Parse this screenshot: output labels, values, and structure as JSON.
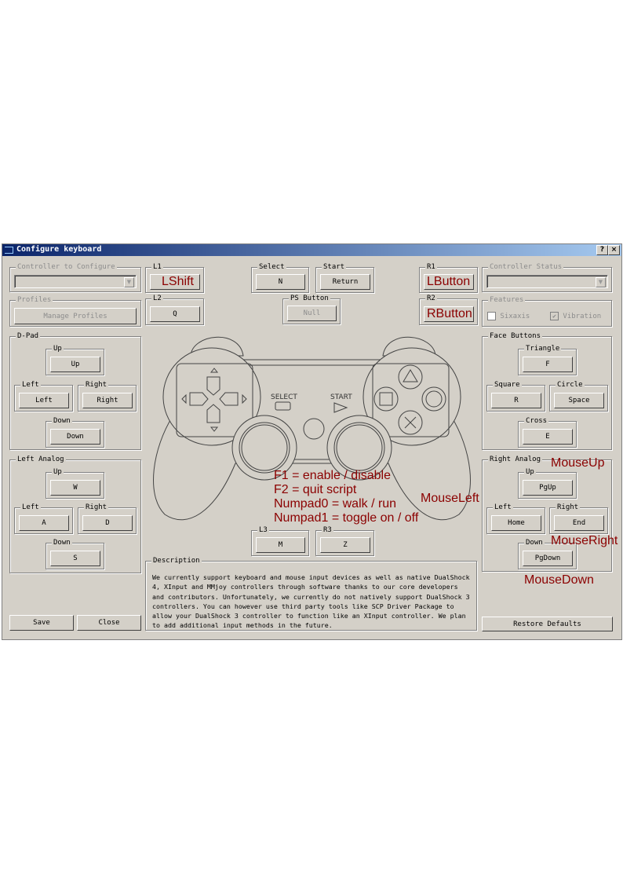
{
  "window": {
    "title": "Configure keyboard",
    "help": "?",
    "close": "×"
  },
  "controller_to_configure": {
    "label": "Controller to Configure",
    "value": ""
  },
  "profiles": {
    "label": "Profiles",
    "button": "Manage Profiles"
  },
  "dpad": {
    "label": "D-Pad",
    "up": {
      "label": "Up",
      "value": "Up"
    },
    "left": {
      "label": "Left",
      "value": "Left"
    },
    "right": {
      "label": "Right",
      "value": "Right"
    },
    "down": {
      "label": "Down",
      "value": "Down"
    }
  },
  "left_analog": {
    "label": "Left Analog",
    "up": {
      "label": "Up",
      "value": "W"
    },
    "left": {
      "label": "Left",
      "value": "A"
    },
    "right": {
      "label": "Right",
      "value": "D"
    },
    "down": {
      "label": "Down",
      "value": "S"
    }
  },
  "l1": {
    "label": "L1",
    "value": ""
  },
  "l2": {
    "label": "L2",
    "value": "Q"
  },
  "select": {
    "label": "Select",
    "value": "N"
  },
  "start": {
    "label": "Start",
    "value": "Return"
  },
  "ps": {
    "label": "PS Button",
    "value": "Null"
  },
  "r1": {
    "label": "R1",
    "value": ""
  },
  "r2": {
    "label": "R2",
    "value": ""
  },
  "l3": {
    "label": "L3",
    "value": "M"
  },
  "r3": {
    "label": "R3",
    "value": "Z"
  },
  "controller_status": {
    "label": "Controller Status",
    "value": ""
  },
  "features": {
    "label": "Features",
    "sixaxis": "Sixaxis",
    "vibration": "Vibration",
    "vibration_checked": "✔"
  },
  "face": {
    "label": "Face Buttons",
    "triangle": {
      "label": "Triangle",
      "value": "F"
    },
    "square": {
      "label": "Square",
      "value": "R"
    },
    "circle": {
      "label": "Circle",
      "value": "Space"
    },
    "cross": {
      "label": "Cross",
      "value": "E"
    }
  },
  "right_analog": {
    "label": "Right Analog",
    "up": {
      "label": "Up",
      "value": "PgUp"
    },
    "left": {
      "label": "Left",
      "value": "Home"
    },
    "right": {
      "label": "Right",
      "value": "End"
    },
    "down": {
      "label": "Down",
      "value": "PgDown"
    }
  },
  "pad_labels": {
    "select": "SELECT",
    "start": "START"
  },
  "description": {
    "label": "Description",
    "text": "We currently support keyboard and mouse input devices as well as native DualShock 4, XInput and MMjoy controllers through software thanks to our core developers and contributors. Unfortunately, we currently do not natively support DualShock 3 controllers. You can however use third party tools like SCP Driver Package to allow your DualShock 3 controller to function like an XInput controller. We plan to add additional input methods in the future."
  },
  "footer": {
    "save": "Save",
    "close": "Close",
    "restore": "Restore Defaults"
  },
  "overlay": {
    "l1": "LShift",
    "r1": "LButton",
    "r2": "RButton",
    "ra_up": "MouseUp",
    "ra_left": "MouseLeft",
    "ra_right": "MouseRight",
    "ra_down": "MouseDown",
    "hotkeys": [
      "F1 = enable / disable",
      "F2 = quit script",
      "Numpad0 = walk / run",
      "Numpad1 = toggle on / off"
    ]
  },
  "colors": {
    "overlay": "#8b0000",
    "titlebar_start": "#0a246a",
    "titlebar_end": "#a6caf0",
    "face": "#d4d0c8"
  }
}
